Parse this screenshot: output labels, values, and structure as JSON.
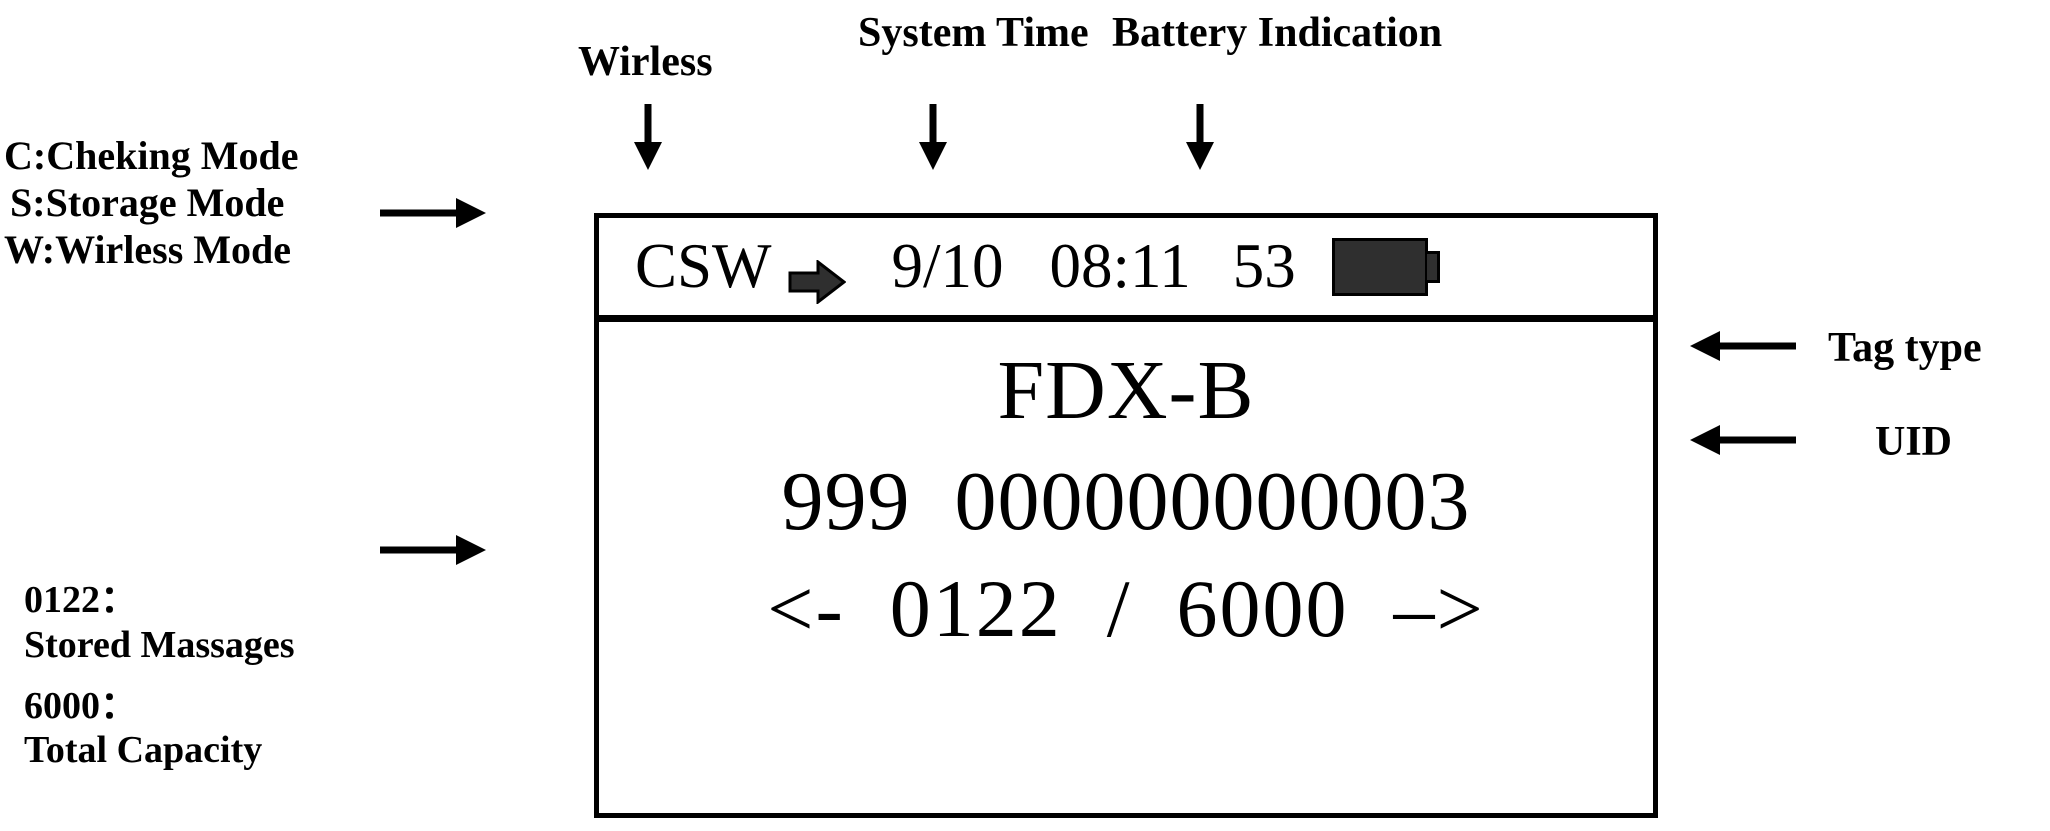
{
  "annotations": {
    "mode_legend": {
      "lines": [
        "C:Cheking Mode",
        "S:Storage Mode",
        "W:Wirless Mode"
      ]
    },
    "capacity_legend": {
      "lines": [
        "0122：",
        "Stored Massages",
        "6000：",
        "Total Capacity"
      ]
    },
    "wireless_label": "Wirless",
    "system_time_label": "System Time",
    "battery_label": "Battery Indication",
    "tag_type_label": "Tag type",
    "uid_label": "UID"
  },
  "lcd": {
    "status_bar": {
      "mode_flags": "CSW",
      "wireless_icon": "right-arrow-icon",
      "date": "9/10",
      "time": "08:11",
      "signal": "53",
      "battery_icon": "battery-full-icon"
    },
    "main": {
      "tag_type": "FDX-B",
      "uid": "999  000000000003",
      "counter": "<-  0122  /  6000  –>",
      "stored": "0122",
      "capacity": "6000"
    }
  },
  "colors": {
    "ink": "#000000",
    "icon_fill": "#2f2f2f",
    "background": "#ffffff"
  }
}
